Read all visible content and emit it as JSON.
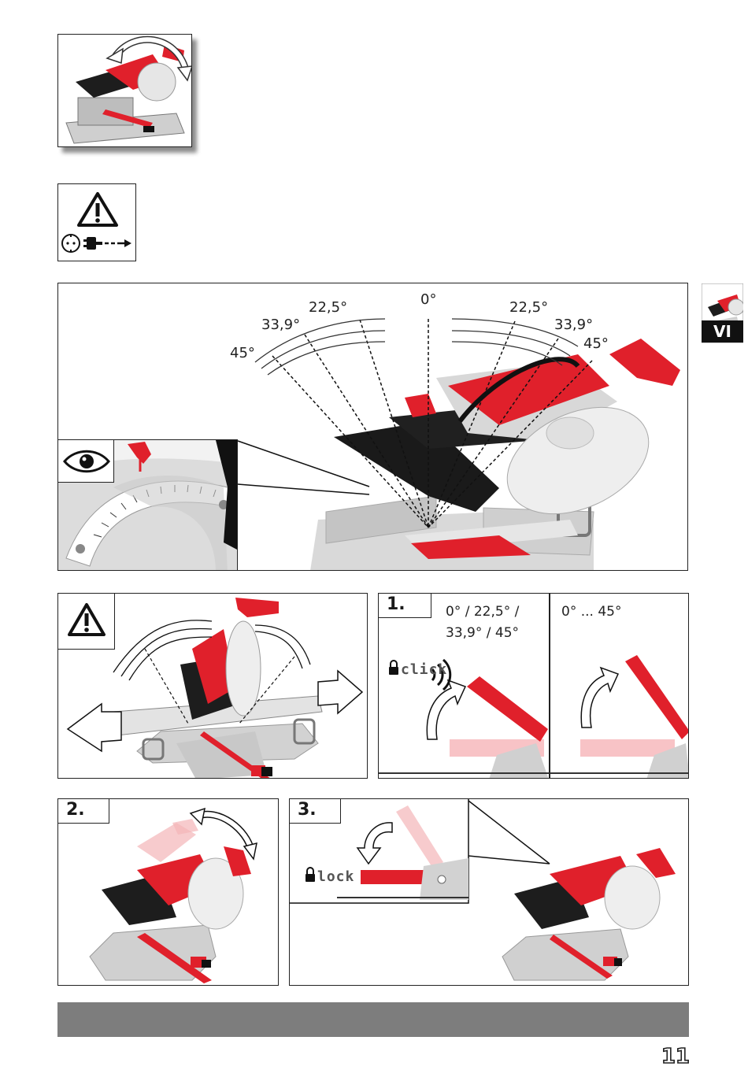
{
  "angles_top": {
    "center": "0°",
    "left_225": "22,5°",
    "left_339": "33,9°",
    "left_45": "45°",
    "right_225": "22,5°",
    "right_339": "33,9°",
    "right_45": "45°"
  },
  "side_tab": {
    "label": "VI"
  },
  "step1": {
    "label": "1.",
    "angles_line1": "0° / 22,5° /",
    "angles_line2": "33,9° / 45°",
    "range": "0° ... 45°",
    "click_text": "click"
  },
  "step2": {
    "label": "2."
  },
  "step3": {
    "label": "3.",
    "lock_text": "lock"
  },
  "page_number": "11",
  "colors": {
    "accent_red": "#e0202b",
    "gray_bar": "#7d7d7d",
    "saw_gray": "#c8c8c8"
  }
}
